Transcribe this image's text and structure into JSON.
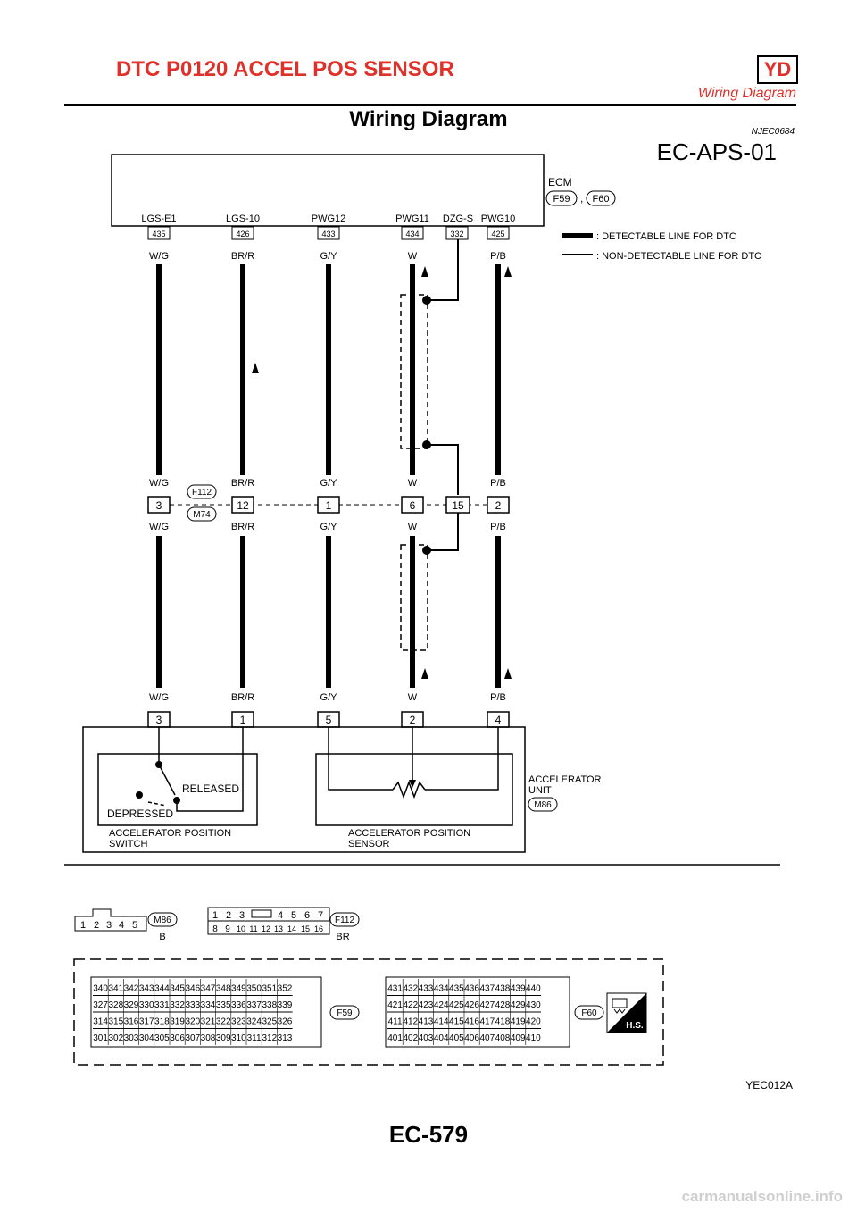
{
  "header": {
    "title": "DTC P0120 ACCEL POS SENSOR",
    "badge": "YD",
    "subtitle": "Wiring Diagram",
    "accent_color": "#e0302a"
  },
  "page_heading": "Wiring Diagram",
  "ref_code": "NJEC0684",
  "diagram_id": "EC-APS-01",
  "ecm": {
    "label": "ECM",
    "connectors": [
      "F59",
      "F60"
    ],
    "separator": ",",
    "terminals": [
      {
        "name": "LGS-E1",
        "num": "435"
      },
      {
        "name": "LGS-10",
        "num": "426"
      },
      {
        "name": "PWG12",
        "num": "433"
      },
      {
        "name": "PWG11",
        "num": "434"
      },
      {
        "name": "DZG-S",
        "num": "332"
      },
      {
        "name": "PWG10",
        "num": "425"
      }
    ]
  },
  "legend": {
    "detectable": ": DETECTABLE LINE FOR DTC",
    "non_detectable": ": NON-DETECTABLE LINE FOR DTC"
  },
  "wire_colors": [
    "W/G",
    "BR/R",
    "G/Y",
    "W",
    "P/B"
  ],
  "joint": {
    "connectors": [
      "F112",
      "M74"
    ],
    "pins": [
      "3",
      "12",
      "1",
      "6",
      "15",
      "2"
    ]
  },
  "unit": {
    "label_line1": "ACCELERATOR",
    "label_line2": "UNIT",
    "connector": "M86",
    "pins": [
      "3",
      "1",
      "5",
      "2",
      "4"
    ],
    "switch_label_line1": "ACCELERATOR POSITION",
    "switch_label_line2": "SWITCH",
    "sensor_label_line1": "ACCELERATOR POSITION",
    "sensor_label_line2": "SENSOR",
    "released": "RELEASED",
    "depressed": "DEPRESSED"
  },
  "connector_views": {
    "m86": {
      "id": "M86",
      "color": "B",
      "pins": [
        "1",
        "2",
        "3",
        "4",
        "5"
      ]
    },
    "f112": {
      "id": "F112",
      "color": "BR",
      "row1": [
        "1",
        "2",
        "3",
        "4",
        "5",
        "6",
        "7"
      ],
      "row2": [
        "8",
        "9",
        "10",
        "11",
        "12",
        "13",
        "14",
        "15",
        "16"
      ]
    },
    "f59": {
      "id": "F59",
      "rows": [
        [
          "340",
          "341",
          "342",
          "343",
          "344",
          "345",
          "346",
          "347",
          "348",
          "349",
          "350",
          "351",
          "352"
        ],
        [
          "327",
          "328",
          "329",
          "330",
          "331",
          "332",
          "333",
          "334",
          "335",
          "336",
          "337",
          "338",
          "339"
        ],
        [
          "314",
          "315",
          "316",
          "317",
          "318",
          "319",
          "320",
          "321",
          "322",
          "323",
          "324",
          "325",
          "326"
        ],
        [
          "301",
          "302",
          "303",
          "304",
          "305",
          "306",
          "307",
          "308",
          "309",
          "310",
          "311",
          "312",
          "313"
        ]
      ]
    },
    "f60": {
      "id": "F60",
      "rows": [
        [
          "431",
          "432",
          "433",
          "434",
          "435",
          "436",
          "437",
          "438",
          "439",
          "440"
        ],
        [
          "421",
          "422",
          "423",
          "424",
          "425",
          "426",
          "427",
          "428",
          "429",
          "430"
        ],
        [
          "411",
          "412",
          "413",
          "414",
          "415",
          "416",
          "417",
          "418",
          "419",
          "420"
        ],
        [
          "401",
          "402",
          "403",
          "404",
          "405",
          "406",
          "407",
          "408",
          "409",
          "410"
        ]
      ]
    },
    "hs_label": "H.S."
  },
  "figure_code": "YEC012A",
  "page_number": "EC-579",
  "footer_url": "carmanualsonline.info"
}
